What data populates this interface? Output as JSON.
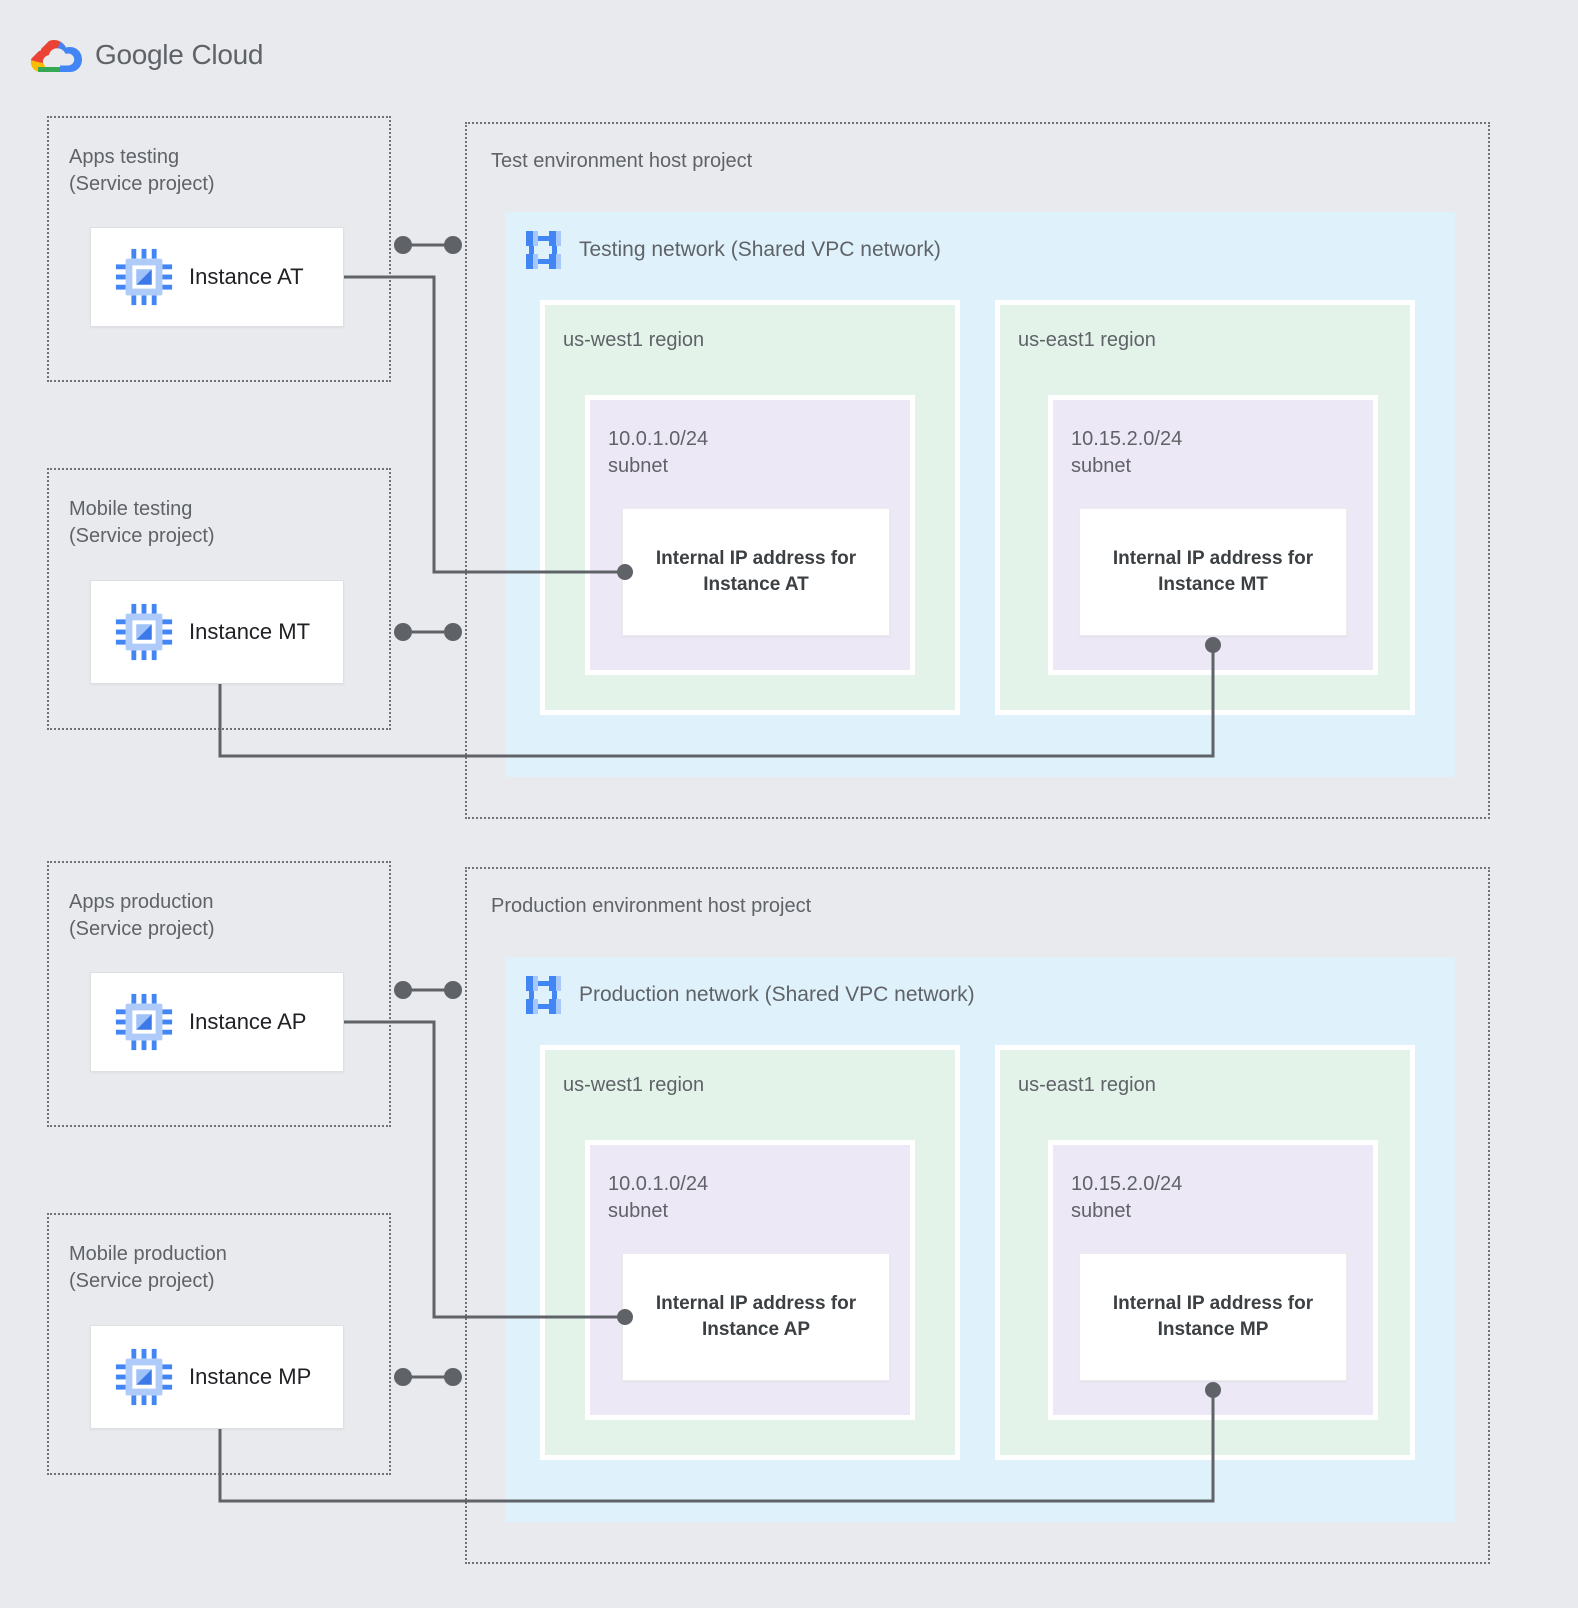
{
  "logo": {
    "part1": "Google",
    "part2": "Cloud"
  },
  "icons": {
    "logo": "google-cloud-logo",
    "instance": "compute-engine-chip-icon",
    "network": "shared-vpc-network-icon"
  },
  "colors": {
    "canvas_bg": "#E8EAED",
    "network_bg": "#DFF2FB",
    "region_bg": "#E3F3EA",
    "subnet_bg": "#EDE8F6",
    "connector_gray": "#5F6368",
    "label_gray": "#5F6368",
    "logo_red": "#EA4335",
    "logo_yellow": "#FBBC04",
    "logo_green": "#34A853",
    "logo_blue": "#4285F4",
    "icon_light_blue": "#AECBFA"
  },
  "test": {
    "apps": {
      "name": "Apps testing",
      "kind": "(Service project)",
      "instance": "Instance AT"
    },
    "mobile": {
      "name": "Mobile testing",
      "kind": "(Service project)",
      "instance": "Instance MT"
    },
    "host": {
      "title": "Test environment host project",
      "network": "Testing network (Shared VPC network)",
      "west": {
        "region": "us-west1 region",
        "cidr": "10.0.1.0/24",
        "subnet": "subnet",
        "ip_line1": "Internal IP address for",
        "ip_line2": "Instance AT"
      },
      "east": {
        "region": "us-east1 region",
        "cidr": "10.15.2.0/24",
        "subnet": "subnet",
        "ip_line1": "Internal IP address for",
        "ip_line2": "Instance MT"
      }
    }
  },
  "prod": {
    "apps": {
      "name": "Apps production",
      "kind": "(Service project)",
      "instance": "Instance AP"
    },
    "mobile": {
      "name": "Mobile production",
      "kind": "(Service project)",
      "instance": "Instance MP"
    },
    "host": {
      "title": "Production environment host project",
      "network": "Production network (Shared VPC network)",
      "west": {
        "region": "us-west1 region",
        "cidr": "10.0.1.0/24",
        "subnet": "subnet",
        "ip_line1": "Internal IP address for",
        "ip_line2": "Instance AP"
      },
      "east": {
        "region": "us-east1 region",
        "cidr": "10.15.2.0/24",
        "subnet": "subnet",
        "ip_line1": "Internal IP address for",
        "ip_line2": "Instance MP"
      }
    }
  }
}
